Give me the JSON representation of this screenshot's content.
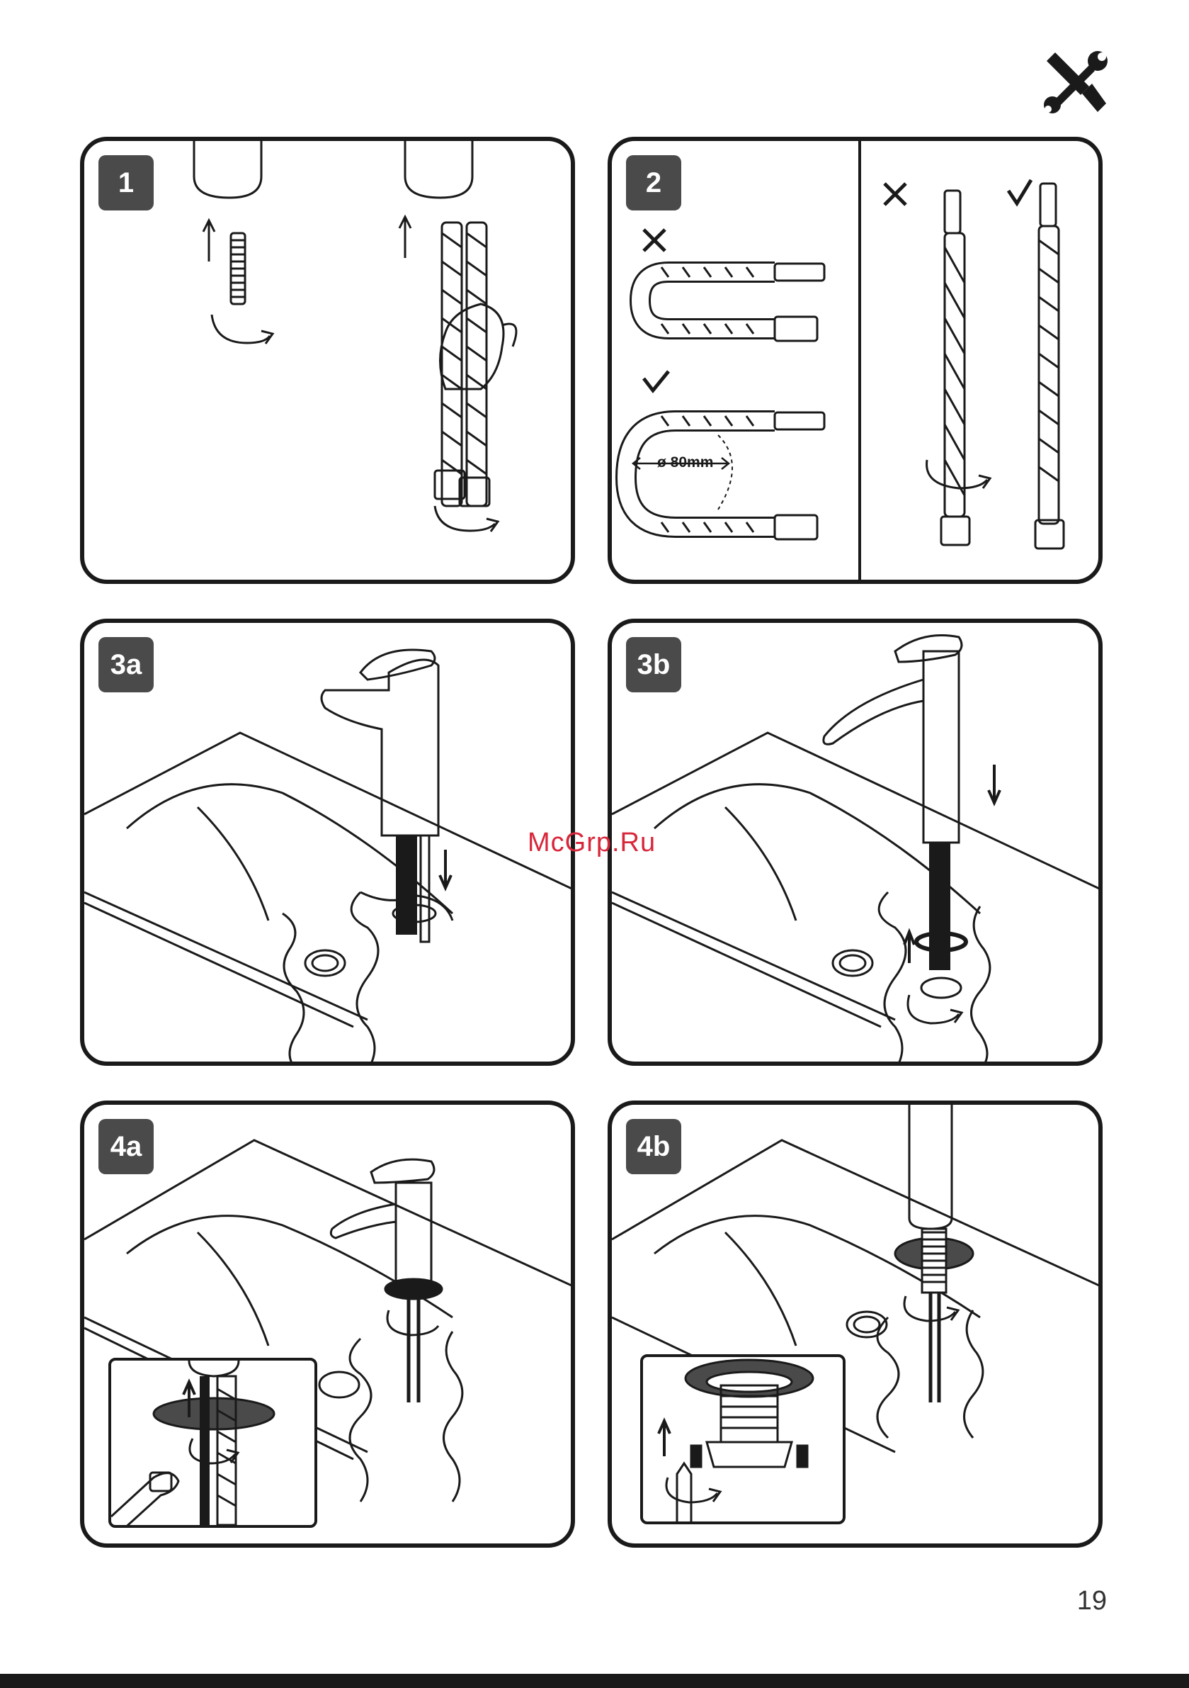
{
  "page": {
    "number": "19",
    "watermark": "McGrp.Ru"
  },
  "header": {
    "icon": "tools-icon"
  },
  "steps": [
    {
      "id": "1",
      "label": "1"
    },
    {
      "id": "2",
      "label": "2",
      "dimension": "ø 80mm"
    },
    {
      "id": "3a",
      "label": "3a"
    },
    {
      "id": "3b",
      "label": "3b"
    },
    {
      "id": "4a",
      "label": "4a"
    },
    {
      "id": "4b",
      "label": "4b"
    }
  ],
  "colors": {
    "line": "#1a1a1a",
    "badge": "#4a4a4a",
    "watermark": "#d8263a"
  }
}
